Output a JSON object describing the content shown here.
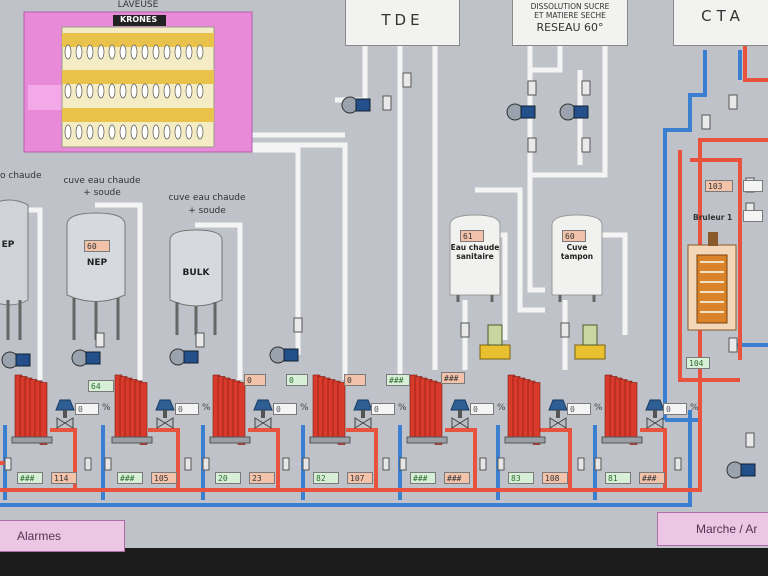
{
  "laveuse": {
    "title": "LAVEUSE",
    "brand": "KRONES"
  },
  "headers": {
    "tde": "TDE",
    "dissolution_line1": "DISSOLUTION SUCRE",
    "dissolution_line2": "ET MATIERE SECHE",
    "reseau": "RESEAU 60°",
    "cta": "CTA"
  },
  "tanks": {
    "partial": {
      "caption": "o chaude",
      "label": "EP"
    },
    "nep": {
      "caption_line1": "cuve eau chaude",
      "caption_line2": "+ soude",
      "label": "NEP",
      "value": "60"
    },
    "bulk": {
      "caption_line1": "cuve eau chaude",
      "caption_line2": "+ soude",
      "label": "BULK"
    },
    "sanitaire": {
      "label_line1": "Eau chaude",
      "label_line2": "sanitaire",
      "value": "61"
    },
    "tampon": {
      "label_line1": "Cuve",
      "label_line2": "tampon",
      "value": "60"
    }
  },
  "bruleur": {
    "label": "Bruleur 1",
    "temp": "103",
    "value_bottom": "104"
  },
  "pump_values": [
    "64",
    "0",
    "0",
    "0"
  ],
  "exchanger_top": [
    "###",
    "###"
  ],
  "valve_pct": [
    {
      "value": "0",
      "unit": "%"
    },
    {
      "value": "0",
      "unit": "%"
    },
    {
      "value": "0",
      "unit": "%"
    },
    {
      "value": "0",
      "unit": "%"
    },
    {
      "value": "0",
      "unit": "%"
    },
    {
      "value": "0",
      "unit": "%"
    },
    {
      "value": "0",
      "unit": "%"
    }
  ],
  "bottom_values": [
    {
      "green": "###",
      "orange": "114"
    },
    {
      "green": "###",
      "orange": "105"
    },
    {
      "green": "20",
      "orange": "23"
    },
    {
      "green": "82",
      "orange": "107"
    },
    {
      "green": "###",
      "orange": "###"
    },
    {
      "green": "83",
      "orange": "108"
    },
    {
      "green": "81",
      "orange": "###"
    }
  ],
  "buttons": {
    "alarmes": "Alarmes",
    "marche": "Marche / Ar"
  },
  "colors": {
    "hot": "#e8533f",
    "cold": "#3a7fd0",
    "white_pipe": "#f4f4f4",
    "background": "#bfc3c9",
    "panel_pink": "#e98ad8",
    "exchanger": "#d93a2b"
  }
}
